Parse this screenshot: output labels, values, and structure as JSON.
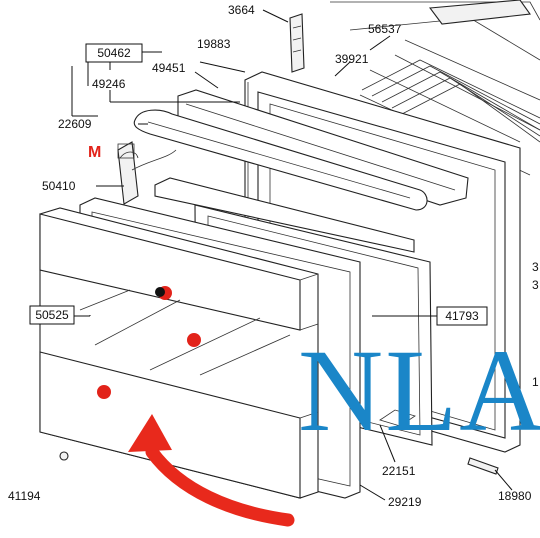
{
  "diagram": {
    "part_labels": {
      "p3664": "3664",
      "p56537": "56537",
      "p50462": "50462",
      "p19883": "19883",
      "p49451": "49451",
      "p39921": "39921",
      "p49246": "49246",
      "p22609": "22609",
      "p50410": "50410",
      "p50525": "50525",
      "p41793": "41793",
      "p41194": "41194",
      "p22151": "22151",
      "p29219": "29219",
      "p18980": "18980",
      "edge3a": "3",
      "edge3b": "3",
      "edge1": "1"
    },
    "marker_m": "M",
    "watermark": "NLA",
    "colors": {
      "marker_red": "#e2231a",
      "watermark_blue": "#1a86c8",
      "arrow_red": "#e8291c"
    }
  }
}
